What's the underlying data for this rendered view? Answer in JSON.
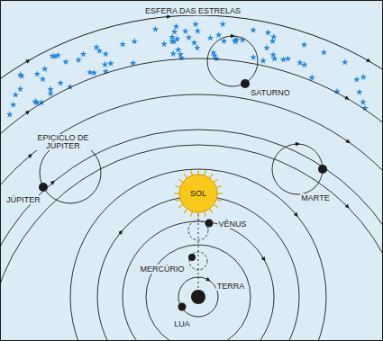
{
  "diagram": {
    "nodes": [
      {
        "text": [
          "SOL"
        ]
      }
    ],
    "labels": [
      "ESFERA DAS ESTRELAS",
      "SATURNO",
      "EPICICLO DE JÚPITER",
      "JÚPITER",
      "MARTE",
      "VÊNUS",
      "MERCÚRIO",
      "TERRA",
      "LUA"
    ]
  }
}
